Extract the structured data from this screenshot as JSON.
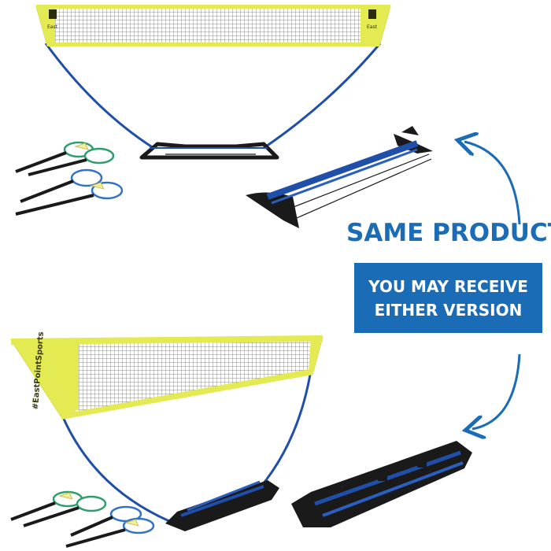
{
  "headline": "SAME PRODUCT",
  "notice_lines": [
    "YOU MAY RECEIVE",
    "EITHER VERSION"
  ],
  "net_hashtag": "#EastPointSports",
  "brand_logo_text": "EastPoint",
  "colors": {
    "accent_blue": "#1b6cb6",
    "net_yellow": "#e3ea52",
    "frame_blue": "#1f4fa8",
    "base_black": "#1a1a1a",
    "racket_green": "#2f9e6e",
    "racket_blue": "#2f72c8",
    "shuttle_yellow": "#f2ee9a"
  },
  "icons": [
    "curved-arrow-up-icon",
    "curved-arrow-down-icon"
  ]
}
